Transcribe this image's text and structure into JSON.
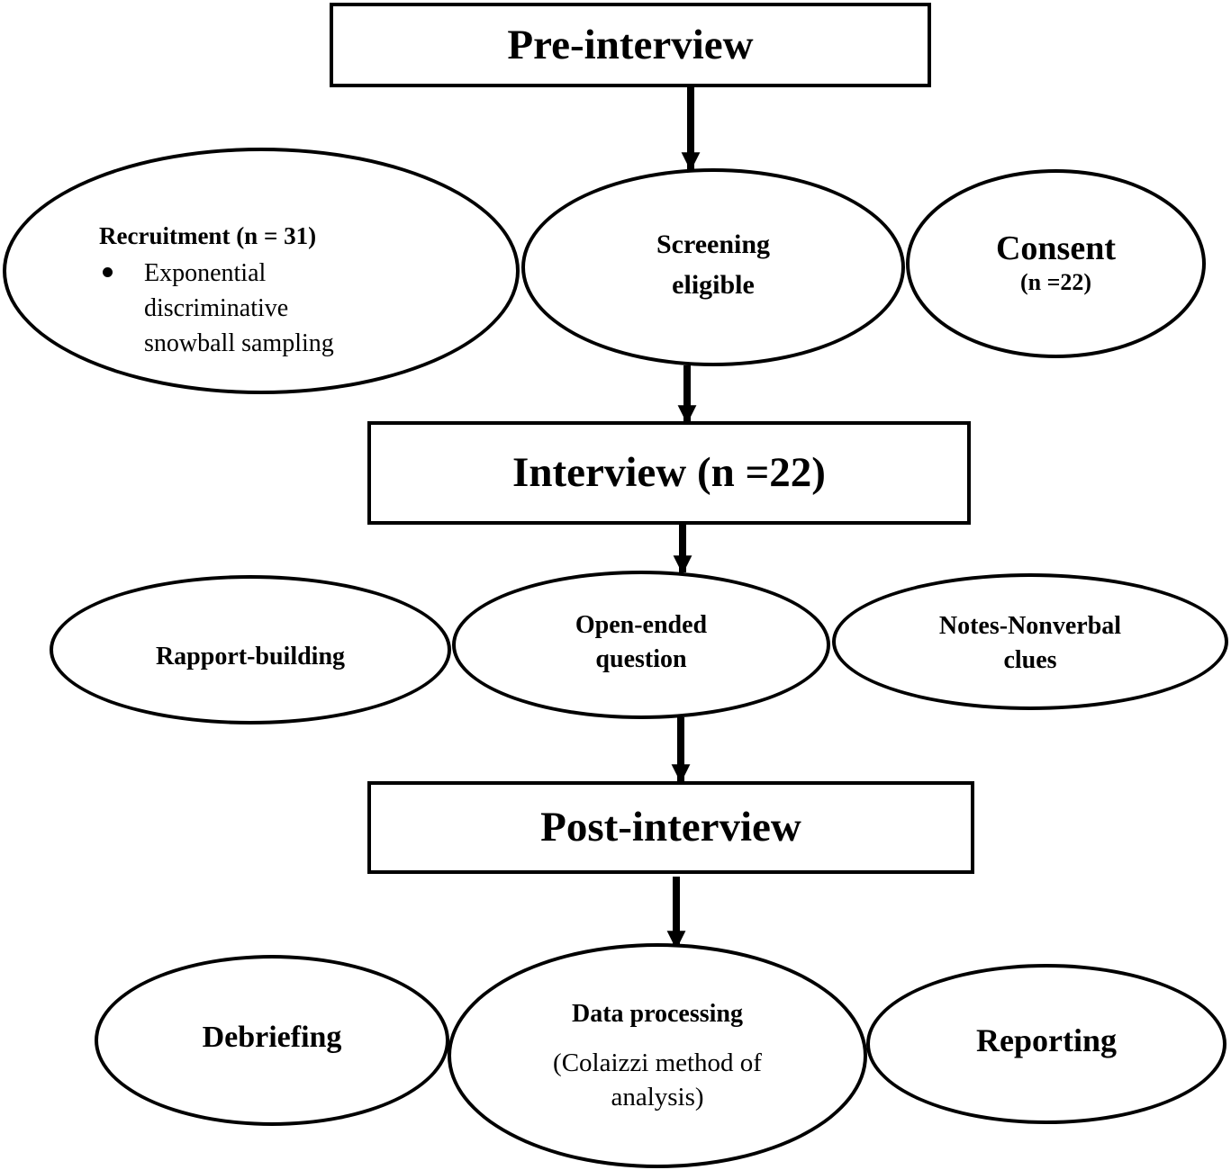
{
  "diagram": {
    "stages": {
      "pre_interview": "Pre-interview",
      "interview": "Interview (n =22)",
      "post_interview": "Post-interview"
    },
    "pre_nodes": {
      "recruitment_title": "Recruitment (n = 31)",
      "recruitment_bullet": [
        "Exponential",
        "discriminative",
        "snowball sampling"
      ],
      "screening": [
        "Screening",
        "eligible"
      ],
      "consent": "Consent",
      "consent_n": "(n =22)"
    },
    "interview_nodes": {
      "rapport": "Rapport-building",
      "open_ended": [
        "Open-ended",
        "question"
      ],
      "notes": [
        "Notes-Nonverbal",
        "clues"
      ]
    },
    "post_nodes": {
      "debriefing": "Debriefing",
      "data_processing": "Data processing",
      "data_processing_sub": [
        "(Colaizzi method of",
        "analysis)"
      ],
      "reporting": "Reporting"
    }
  }
}
